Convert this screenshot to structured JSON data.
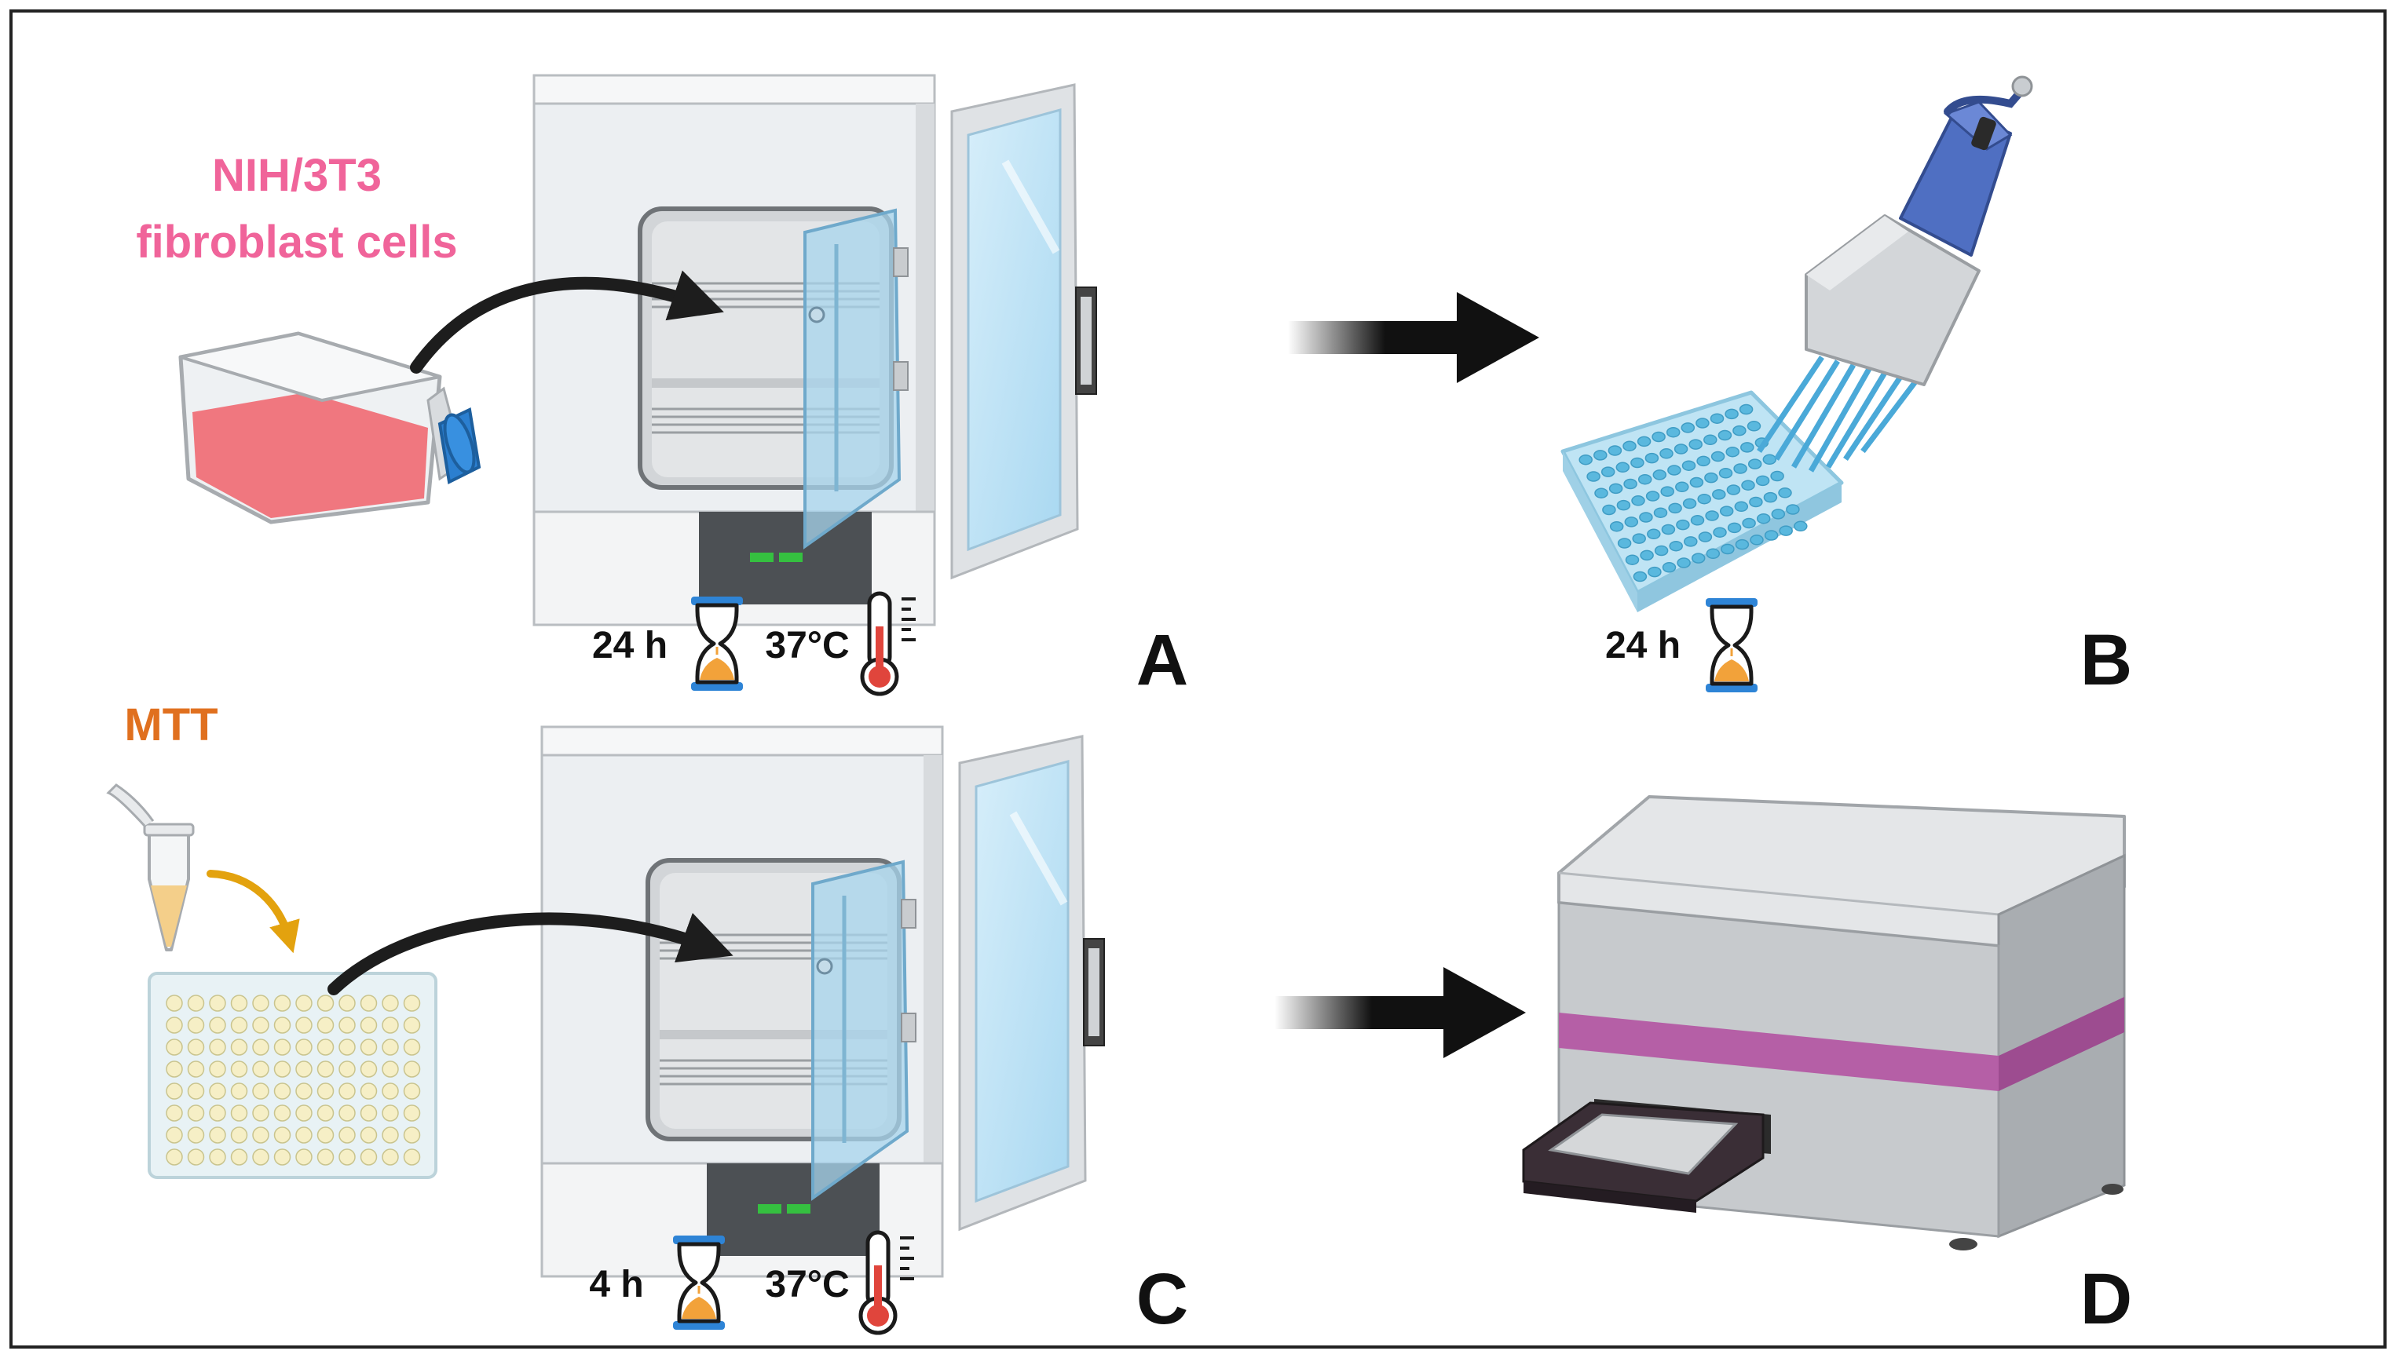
{
  "labels": {
    "cells_line1": "NIH/3T3",
    "cells_line2": "fibroblast cells",
    "reagent": "MTT",
    "panel_a": "A",
    "panel_b": "B",
    "panel_c": "C",
    "panel_d": "D"
  },
  "conditions": {
    "a_time": "24 h",
    "a_temp": "37°C",
    "b_time": "24 h",
    "c_time": "4 h",
    "c_temp": "37°C"
  },
  "colors": {
    "cell_label": "#f0649a",
    "reagent_label": "#e0701f",
    "medium": "#f0626a",
    "cap": "#2b7fd0",
    "well_blue": "#5ab8de",
    "mtt_well": "#f6efc6",
    "reader_stripe": "#b55fa6",
    "incubator_panel": "#4c5054",
    "indicator": "#35c040",
    "hourglass_sand": "#f2a23a",
    "hourglass_cap": "#2e84d6",
    "thermometer": "#e0453c"
  },
  "icons": [
    "culture-flask-icon",
    "incubator-icon",
    "hourglass-icon",
    "thermometer-icon",
    "multichannel-pipette-icon",
    "well-plate-icon",
    "microtube-icon",
    "plate-reader-icon",
    "arrow-icon"
  ]
}
